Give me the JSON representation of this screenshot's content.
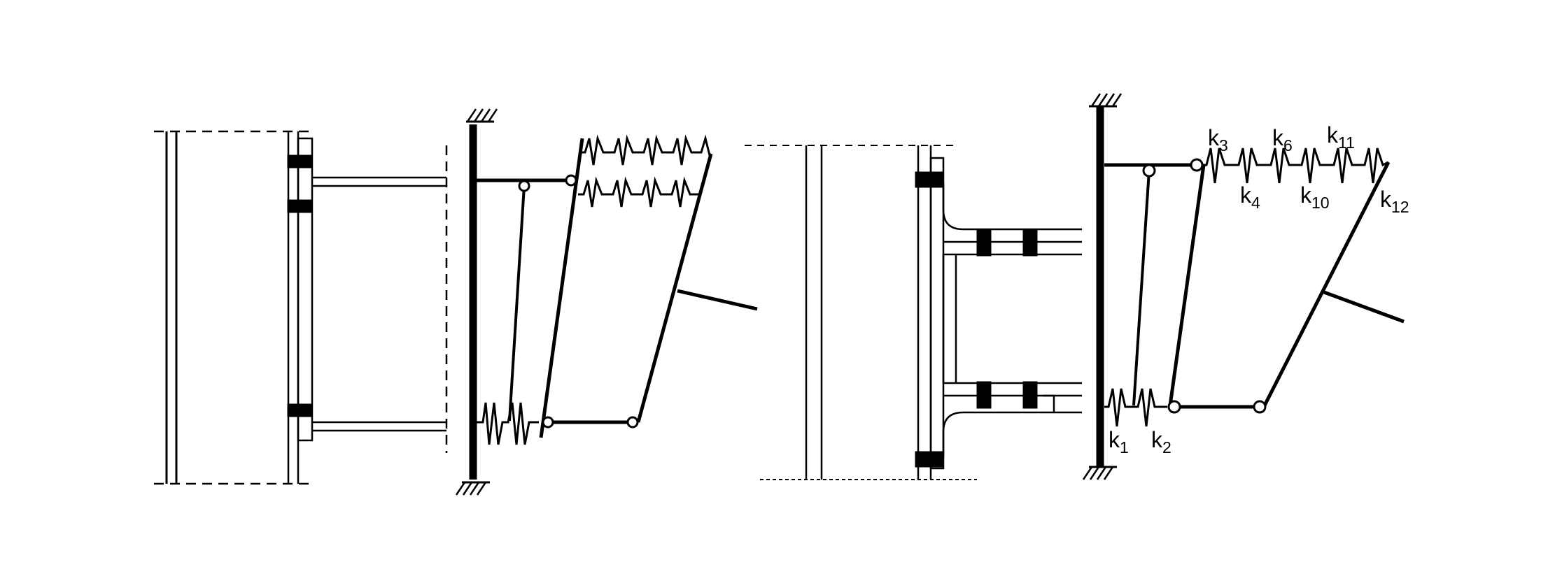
{
  "figure": {
    "background": "#ffffff",
    "ink": "#000000",
    "labels": {
      "k1": {
        "base": "k",
        "sub": "1"
      },
      "k2": {
        "base": "k",
        "sub": "2"
      },
      "k3": {
        "base": "k",
        "sub": "3"
      },
      "k4": {
        "base": "k",
        "sub": "4"
      },
      "k6": {
        "base": "k",
        "sub": "6"
      },
      "k10": {
        "base": "k",
        "sub": "10"
      },
      "k11": {
        "base": "k",
        "sub": "11"
      },
      "k12": {
        "base": "k",
        "sub": "12"
      }
    }
  }
}
